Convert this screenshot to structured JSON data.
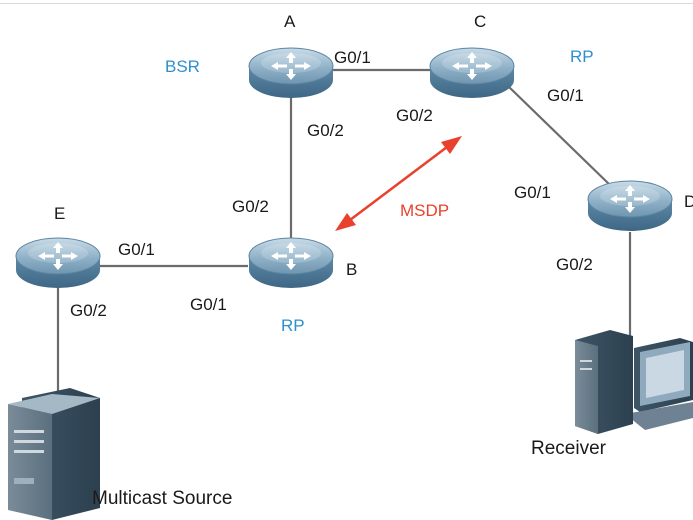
{
  "nodes": {
    "A": {
      "name": "A",
      "role": "BSR"
    },
    "B": {
      "name": "B",
      "role": "RP"
    },
    "C": {
      "name": "C",
      "role": "RP"
    },
    "D": {
      "name": "D"
    },
    "E": {
      "name": "E"
    }
  },
  "interfaces": {
    "a_to_c": "G0/1",
    "a_to_b": "G0/2",
    "c_to_a": "G0/2",
    "c_to_d": "G0/1",
    "d_to_c": "G0/1",
    "d_to_receiver": "G0/2",
    "b_to_a": "G0/2",
    "b_to_e": "G0/1",
    "e_to_b": "G0/1",
    "e_to_source": "G0/2"
  },
  "msdp": "MSDP",
  "hosts": {
    "receiver": "Receiver",
    "source": "Multicast Source"
  },
  "colors": {
    "role_text": "#2e8fd0",
    "msdp_arrow": "#e8412c",
    "link": "#6b6b6b",
    "router_body": "#4b7c9c"
  }
}
